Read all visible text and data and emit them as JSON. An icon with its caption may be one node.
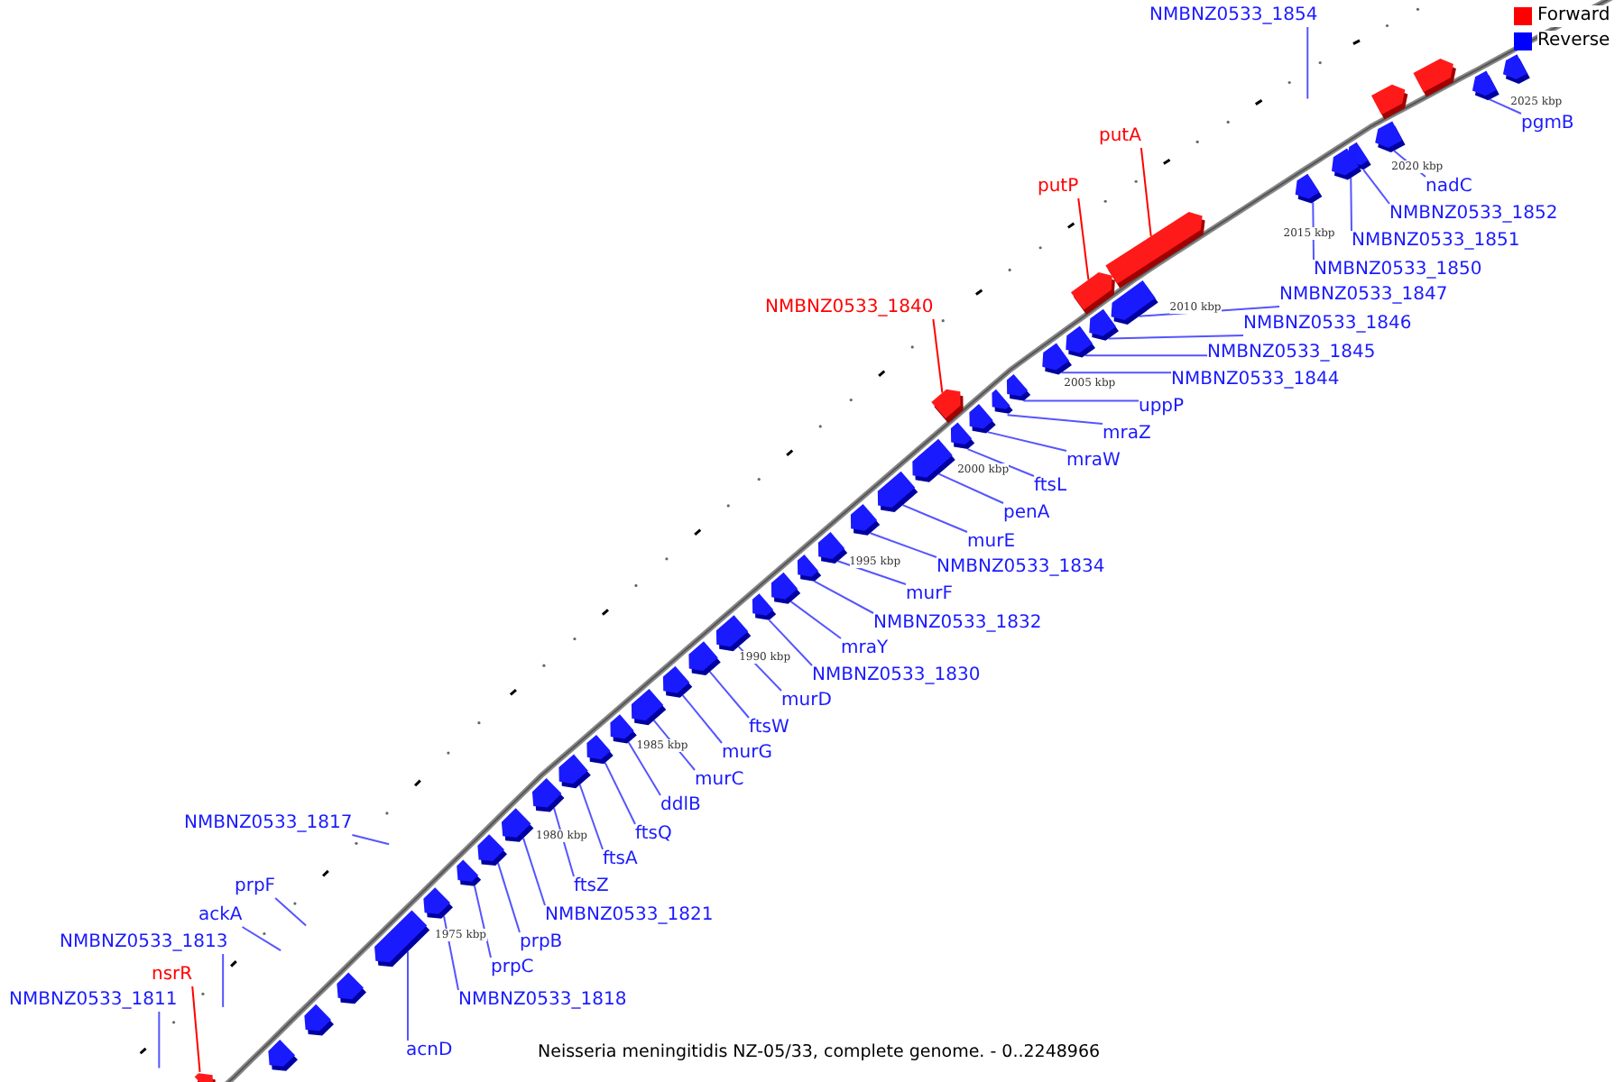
{
  "diagram": {
    "caption": "Neisseria meningitidis NZ-05/33, complete genome. - 0..2248966",
    "nodes": [
      {
        "text": [
          "NMBNZ0533_1854"
        ]
      },
      {
        "text": [
          "putA"
        ]
      },
      {
        "text": [
          "putP"
        ]
      },
      {
        "text": [
          "pgmB"
        ]
      },
      {
        "text": [
          "nadC"
        ]
      },
      {
        "text": [
          "NMBNZ0533_1852"
        ]
      },
      {
        "text": [
          "NMBNZ0533_1851"
        ]
      },
      {
        "text": [
          "NMBNZ0533_1850"
        ]
      },
      {
        "text": [
          "NMBNZ0533_1847"
        ]
      },
      {
        "text": [
          "NMBNZ0533_1846"
        ]
      },
      {
        "text": [
          "NMBNZ0533_1845"
        ]
      },
      {
        "text": [
          "NMBNZ0533_1844"
        ]
      },
      {
        "text": [
          "NMBNZ0533_1840"
        ]
      },
      {
        "text": [
          "uppP"
        ]
      },
      {
        "text": [
          "mraZ"
        ]
      },
      {
        "text": [
          "mraW"
        ]
      },
      {
        "text": [
          "ftsL"
        ]
      },
      {
        "text": [
          "penA"
        ]
      },
      {
        "text": [
          "murE"
        ]
      },
      {
        "text": [
          "NMBNZ0533_1834"
        ]
      },
      {
        "text": [
          "murF"
        ]
      },
      {
        "text": [
          "NMBNZ0533_1832"
        ]
      },
      {
        "text": [
          "mraY"
        ]
      },
      {
        "text": [
          "NMBNZ0533_1830"
        ]
      },
      {
        "text": [
          "murD"
        ]
      },
      {
        "text": [
          "ftsW"
        ]
      },
      {
        "text": [
          "murG"
        ]
      },
      {
        "text": [
          "murC"
        ]
      },
      {
        "text": [
          "ddlB"
        ]
      },
      {
        "text": [
          "ftsQ"
        ]
      },
      {
        "text": [
          "ftsA"
        ]
      },
      {
        "text": [
          "ftsZ"
        ]
      },
      {
        "text": [
          "NMBNZ0533_1821"
        ]
      },
      {
        "text": [
          "prpB"
        ]
      },
      {
        "text": [
          "prpC"
        ]
      },
      {
        "text": [
          "NMBNZ0533_1818"
        ]
      },
      {
        "text": [
          "acnD"
        ]
      },
      {
        "text": [
          "NMBNZ0533_1817"
        ]
      },
      {
        "text": [
          "prpF"
        ]
      },
      {
        "text": [
          "ackA"
        ]
      },
      {
        "text": [
          "NMBNZ0533_1813"
        ]
      },
      {
        "text": [
          "nsrR"
        ]
      },
      {
        "text": [
          "NMBNZ0533_1811"
        ]
      },
      {
        "text": [],
        "shape": "box"
      },
      {
        "text": [],
        "shape": "box"
      },
      {
        "text": [],
        "shape": "box"
      },
      {
        "text": [],
        "shape": "box"
      },
      {
        "text": [],
        "shape": "box"
      },
      {
        "text": [],
        "shape": "box"
      },
      {
        "text": [],
        "shape": "box"
      },
      {
        "text": [],
        "shape": "box"
      },
      {
        "text": [],
        "shape": "box"
      },
      {
        "text": [],
        "shape": "box"
      },
      {
        "text": [],
        "shape": "box"
      },
      {
        "text": [],
        "shape": "box"
      },
      {
        "text": [],
        "shape": "box"
      },
      {
        "text": [],
        "shape": "box"
      },
      {
        "text": [],
        "shape": "box"
      },
      {
        "text": [],
        "shape": "box"
      },
      {
        "text": [],
        "shape": "box"
      },
      {
        "text": [],
        "shape": "box"
      },
      {
        "text": [],
        "shape": "box"
      },
      {
        "text": [],
        "shape": "box"
      },
      {
        "text": [],
        "shape": "box"
      },
      {
        "text": [],
        "shape": "box"
      },
      {
        "text": [],
        "shape": "box"
      },
      {
        "text": [],
        "shape": "box"
      },
      {
        "text": [],
        "shape": "box"
      },
      {
        "text": [],
        "shape": "box"
      },
      {
        "text": [],
        "shape": "box"
      },
      {
        "text": [],
        "shape": "box"
      },
      {
        "text": [],
        "shape": "box"
      },
      {
        "text": [],
        "shape": "box"
      },
      {
        "text": [],
        "shape": "box"
      },
      {
        "text": [],
        "shape": "box"
      },
      {
        "text": [],
        "shape": "box"
      },
      {
        "text": [],
        "shape": "box"
      },
      {
        "text": [],
        "shape": "box"
      },
      {
        "text": [],
        "shape": "box"
      },
      {
        "text": [],
        "shape": "box"
      },
      {
        "text": [],
        "shape": "box"
      },
      {
        "text": [],
        "shape": "box"
      },
      {
        "text": [],
        "shape": "box"
      },
      {
        "text": [],
        "shape": "box"
      },
      {
        "text": [],
        "shape": "box"
      },
      {
        "text": [],
        "shape": "box"
      }
    ],
    "edges": [
      {
        "from": 0,
        "to": null,
        "arrow": "none"
      },
      {
        "from": 1,
        "to": 43,
        "arrow": "none",
        "color": "#ff0000"
      },
      {
        "from": 2,
        "to": 44,
        "arrow": "none",
        "color": "#ff0000"
      },
      {
        "from": 3,
        "to": 45,
        "arrow": "none"
      },
      {
        "from": 4,
        "to": 46,
        "arrow": "none"
      },
      {
        "from": 5,
        "to": 47,
        "arrow": "none"
      },
      {
        "from": 6,
        "to": 48,
        "arrow": "none"
      },
      {
        "from": 7,
        "to": 49,
        "arrow": "none"
      },
      {
        "from": 8,
        "to": 50,
        "arrow": "none"
      },
      {
        "from": 9,
        "to": 51,
        "arrow": "none"
      },
      {
        "from": 10,
        "to": 52,
        "arrow": "none"
      },
      {
        "from": 11,
        "to": 53,
        "arrow": "none"
      },
      {
        "from": 12,
        "to": 54,
        "arrow": "none",
        "color": "#ff0000"
      },
      {
        "from": 13,
        "to": 55,
        "arrow": "none"
      },
      {
        "from": 14,
        "to": 56,
        "arrow": "none"
      },
      {
        "from": 15,
        "to": 57,
        "arrow": "none"
      },
      {
        "from": 16,
        "to": 58,
        "arrow": "none"
      },
      {
        "from": 17,
        "to": 59,
        "arrow": "none"
      },
      {
        "from": 18,
        "to": 60,
        "arrow": "none"
      },
      {
        "from": 19,
        "to": 61,
        "arrow": "none"
      },
      {
        "from": 20,
        "to": 62,
        "arrow": "none"
      },
      {
        "from": 21,
        "to": 63,
        "arrow": "none"
      },
      {
        "from": 22,
        "to": 64,
        "arrow": "none"
      },
      {
        "from": 23,
        "to": 65,
        "arrow": "none"
      },
      {
        "from": 24,
        "to": 66,
        "arrow": "none"
      },
      {
        "from": 25,
        "to": 67,
        "arrow": "none"
      },
      {
        "from": 26,
        "to": 68,
        "arrow": "none"
      },
      {
        "from": 27,
        "to": 69,
        "arrow": "none"
      },
      {
        "from": 28,
        "to": 70,
        "arrow": "none"
      },
      {
        "from": 29,
        "to": 71,
        "arrow": "none"
      },
      {
        "from": 30,
        "to": 72,
        "arrow": "none"
      },
      {
        "from": 31,
        "to": 73,
        "arrow": "none"
      },
      {
        "from": 32,
        "to": 74,
        "arrow": "none"
      },
      {
        "from": 33,
        "to": 75,
        "arrow": "none"
      },
      {
        "from": 34,
        "to": 76,
        "arrow": "none"
      },
      {
        "from": 35,
        "to": 77,
        "arrow": "none"
      },
      {
        "from": 36,
        "to": 78,
        "arrow": "none"
      },
      {
        "from": 37,
        "to": null,
        "arrow": "none"
      },
      {
        "from": 38,
        "to": null,
        "arrow": "none"
      },
      {
        "from": 39,
        "to": null,
        "arrow": "none"
      },
      {
        "from": 40,
        "to": null,
        "arrow": "none"
      },
      {
        "from": 41,
        "to": 79,
        "arrow": "none",
        "color": "#ff0000"
      },
      {
        "from": 42,
        "to": null,
        "arrow": "none"
      }
    ],
    "labels": [
      "2025 kbp",
      "2020 kbp",
      "2015 kbp",
      "2010 kbp",
      "2005 kbp",
      "2000 kbp",
      "1995 kbp",
      "1990 kbp",
      "1985 kbp",
      "1980 kbp",
      "1975 kbp"
    ],
    "legend": [
      {
        "text": "Forward",
        "color": "#ff0000"
      },
      {
        "text": "Reverse",
        "color": "#0000ff"
      }
    ]
  }
}
